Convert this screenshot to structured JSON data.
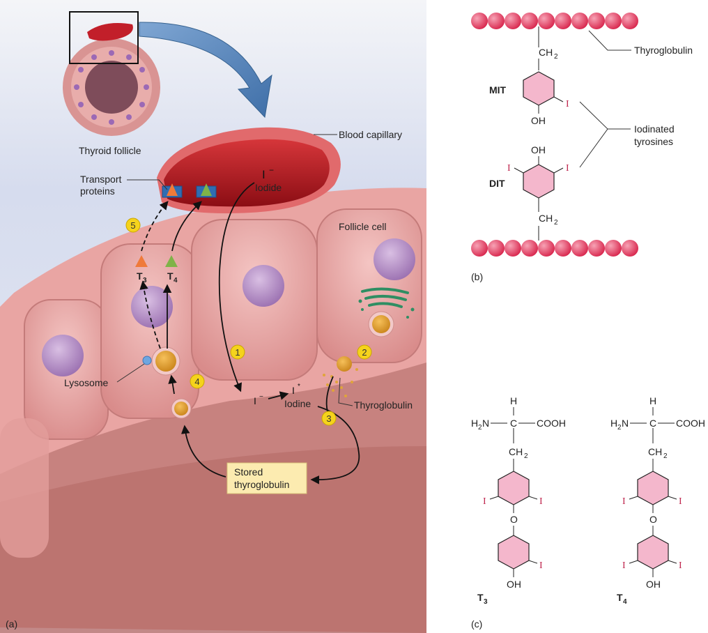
{
  "panel_a": {
    "panel_label": "(a)",
    "thyroid_follicle": "Thyroid follicle",
    "blood_capillary": "Blood capillary",
    "transport_proteins_line1": "Transport",
    "transport_proteins_line2": "proteins",
    "iodide_symbol": "I",
    "iodide_charge": "−",
    "iodide_label": "Iodide",
    "follicle_cell": "Follicle cell",
    "lysosome": "Lysosome",
    "iodine_label": "Iodine",
    "iodide_small_symbol": "I",
    "iodide_small_charge": "−",
    "iodine_small_symbol": "I",
    "iodine_small_charge": "*",
    "thyroglobulin": "Thyroglobulin",
    "stored_line1": "Stored",
    "stored_line2": "thyroglobulin",
    "t3_main": "T",
    "t3_sub": "3",
    "t4_main": "T",
    "t4_sub": "4",
    "steps": [
      "1",
      "2",
      "3",
      "4",
      "5"
    ]
  },
  "panel_b": {
    "panel_label": "(b)",
    "thyroglobulin": "Thyroglobulin",
    "mit": "MIT",
    "dit": "DIT",
    "ch2_top": "CH",
    "ch2_top_sub": "2",
    "ch2_bottom": "CH",
    "ch2_bottom_sub": "2",
    "oh_mit": "OH",
    "oh_dit": "OH",
    "iodinated_line1": "Iodinated",
    "iodinated_line2": "tyrosines",
    "iodine": "I"
  },
  "panel_c": {
    "panel_label": "(c)",
    "h": "H",
    "h2n_main": "H",
    "h2n_sub": "2",
    "h2n_end": "N",
    "c": "C",
    "cooh": "COOH",
    "ch2_main": "CH",
    "ch2_sub": "2",
    "o": "O",
    "oh": "OH",
    "iodine": "I",
    "t3_main": "T",
    "t3_sub": "3",
    "t4_main": "T",
    "t4_sub": "4"
  },
  "colors": {
    "cell_pink": "#e9a5a3",
    "blood_red": "#b0141c",
    "iodine_red": "#c0284f",
    "nucleus_purple": "#b68bc4",
    "step_yellow": "#f5d31c",
    "ring_fill": "#f4b7cc",
    "bead_pink": "#e8506e",
    "label_box": "#fcebb0"
  }
}
